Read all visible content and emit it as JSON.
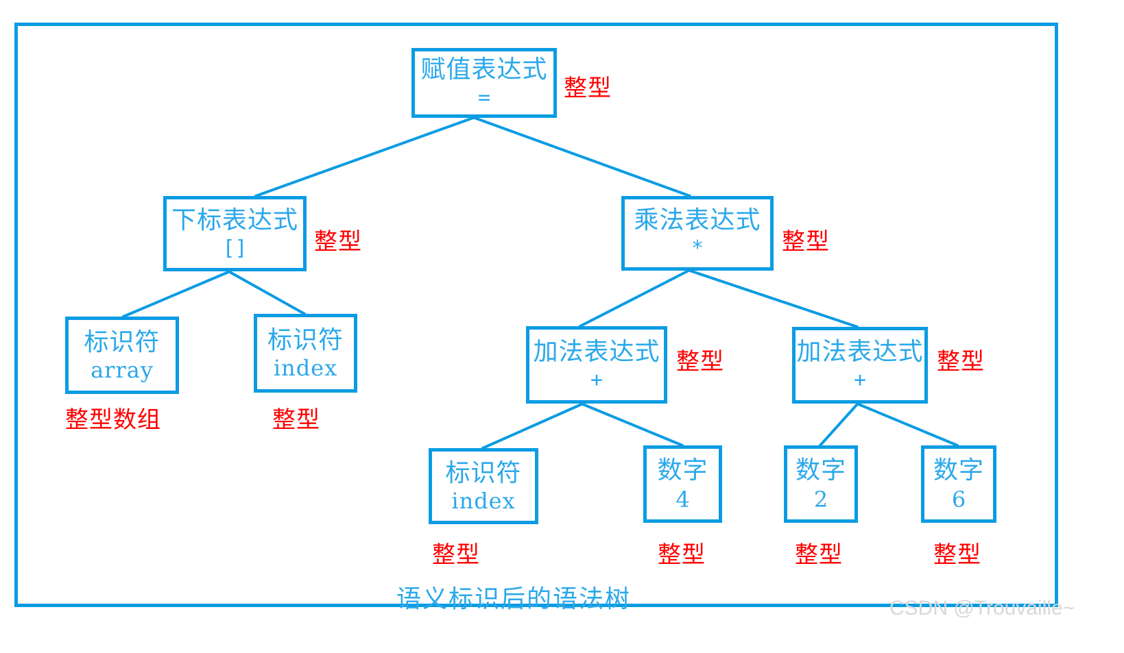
{
  "diagram": {
    "title": "语义标识后的语法树",
    "watermark": "CSDN @Trouvaille~",
    "colors": {
      "line": "#0b9ce3",
      "node_text": "#2ba8ea",
      "type_label": "#ff0000",
      "background": "#ffffff",
      "watermark": "#d8d8d8"
    },
    "nodes": [
      {
        "id": "assign",
        "cn": "赋值表达式",
        "sub": "=",
        "sub_kind": "op",
        "type_label": "整型"
      },
      {
        "id": "subscript",
        "cn": "下标表达式",
        "sub": "[]",
        "sub_kind": "op",
        "type_label": "整型"
      },
      {
        "id": "mul",
        "cn": "乘法表达式",
        "sub": "*",
        "sub_kind": "op",
        "type_label": "整型"
      },
      {
        "id": "id_array",
        "cn": "标识符",
        "sub": "array",
        "sub_kind": "ident",
        "type_label": "整型数组"
      },
      {
        "id": "id_index1",
        "cn": "标识符",
        "sub": "index",
        "sub_kind": "ident",
        "type_label": "整型"
      },
      {
        "id": "add_left",
        "cn": "加法表达式",
        "sub": "+",
        "sub_kind": "op",
        "type_label": "整型"
      },
      {
        "id": "add_right",
        "cn": "加法表达式",
        "sub": "+",
        "sub_kind": "op",
        "type_label": "整型"
      },
      {
        "id": "id_index2",
        "cn": "标识符",
        "sub": "index",
        "sub_kind": "ident",
        "type_label": "整型"
      },
      {
        "id": "num4",
        "cn": "数字",
        "sub": "4",
        "sub_kind": "num",
        "type_label": "整型"
      },
      {
        "id": "num2",
        "cn": "数字",
        "sub": "2",
        "sub_kind": "num",
        "type_label": "整型"
      },
      {
        "id": "num6",
        "cn": "数字",
        "sub": "6",
        "sub_kind": "num",
        "type_label": "整型"
      }
    ],
    "edges": [
      {
        "from": "assign",
        "to": "subscript"
      },
      {
        "from": "assign",
        "to": "mul"
      },
      {
        "from": "subscript",
        "to": "id_array"
      },
      {
        "from": "subscript",
        "to": "id_index1"
      },
      {
        "from": "mul",
        "to": "add_left"
      },
      {
        "from": "mul",
        "to": "add_right"
      },
      {
        "from": "add_left",
        "to": "id_index2"
      },
      {
        "from": "add_left",
        "to": "num4"
      },
      {
        "from": "add_right",
        "to": "num2"
      },
      {
        "from": "add_right",
        "to": "num6"
      }
    ]
  }
}
